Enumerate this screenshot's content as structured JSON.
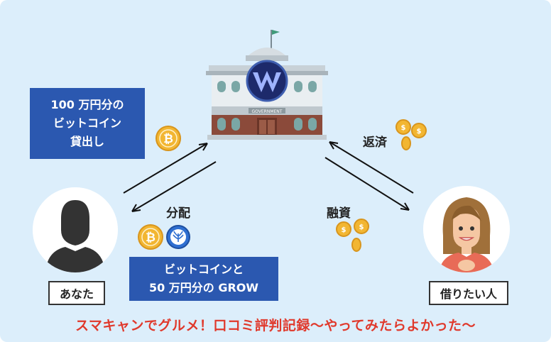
{
  "lend_box": {
    "lines": [
      "100 万円分の",
      "ビットコイン",
      "貸出し"
    ]
  },
  "reward_box": {
    "lines": [
      "ビットコインと",
      "50 万円分の GROW"
    ]
  },
  "labels": {
    "you": "あなた",
    "borrower": "借りたい人",
    "distribution": "分配",
    "repayment": "返済",
    "financing": "融資",
    "building_sign": "GOVERNMENT"
  },
  "caption": "スマキャンでグルメ！口コミ評判記録〜やってみたらよかった〜",
  "colors": {
    "background": "#dceefb",
    "box_blue": "#2b58b0",
    "caption_red": "#e0392c",
    "coin_gold": "#f2b632"
  },
  "icons": [
    "bitcoin-icon",
    "grow-token-icon",
    "gold-coin-icon",
    "bank-building-icon",
    "person-silhouette-icon",
    "woman-avatar-icon",
    "arrow-icon"
  ]
}
